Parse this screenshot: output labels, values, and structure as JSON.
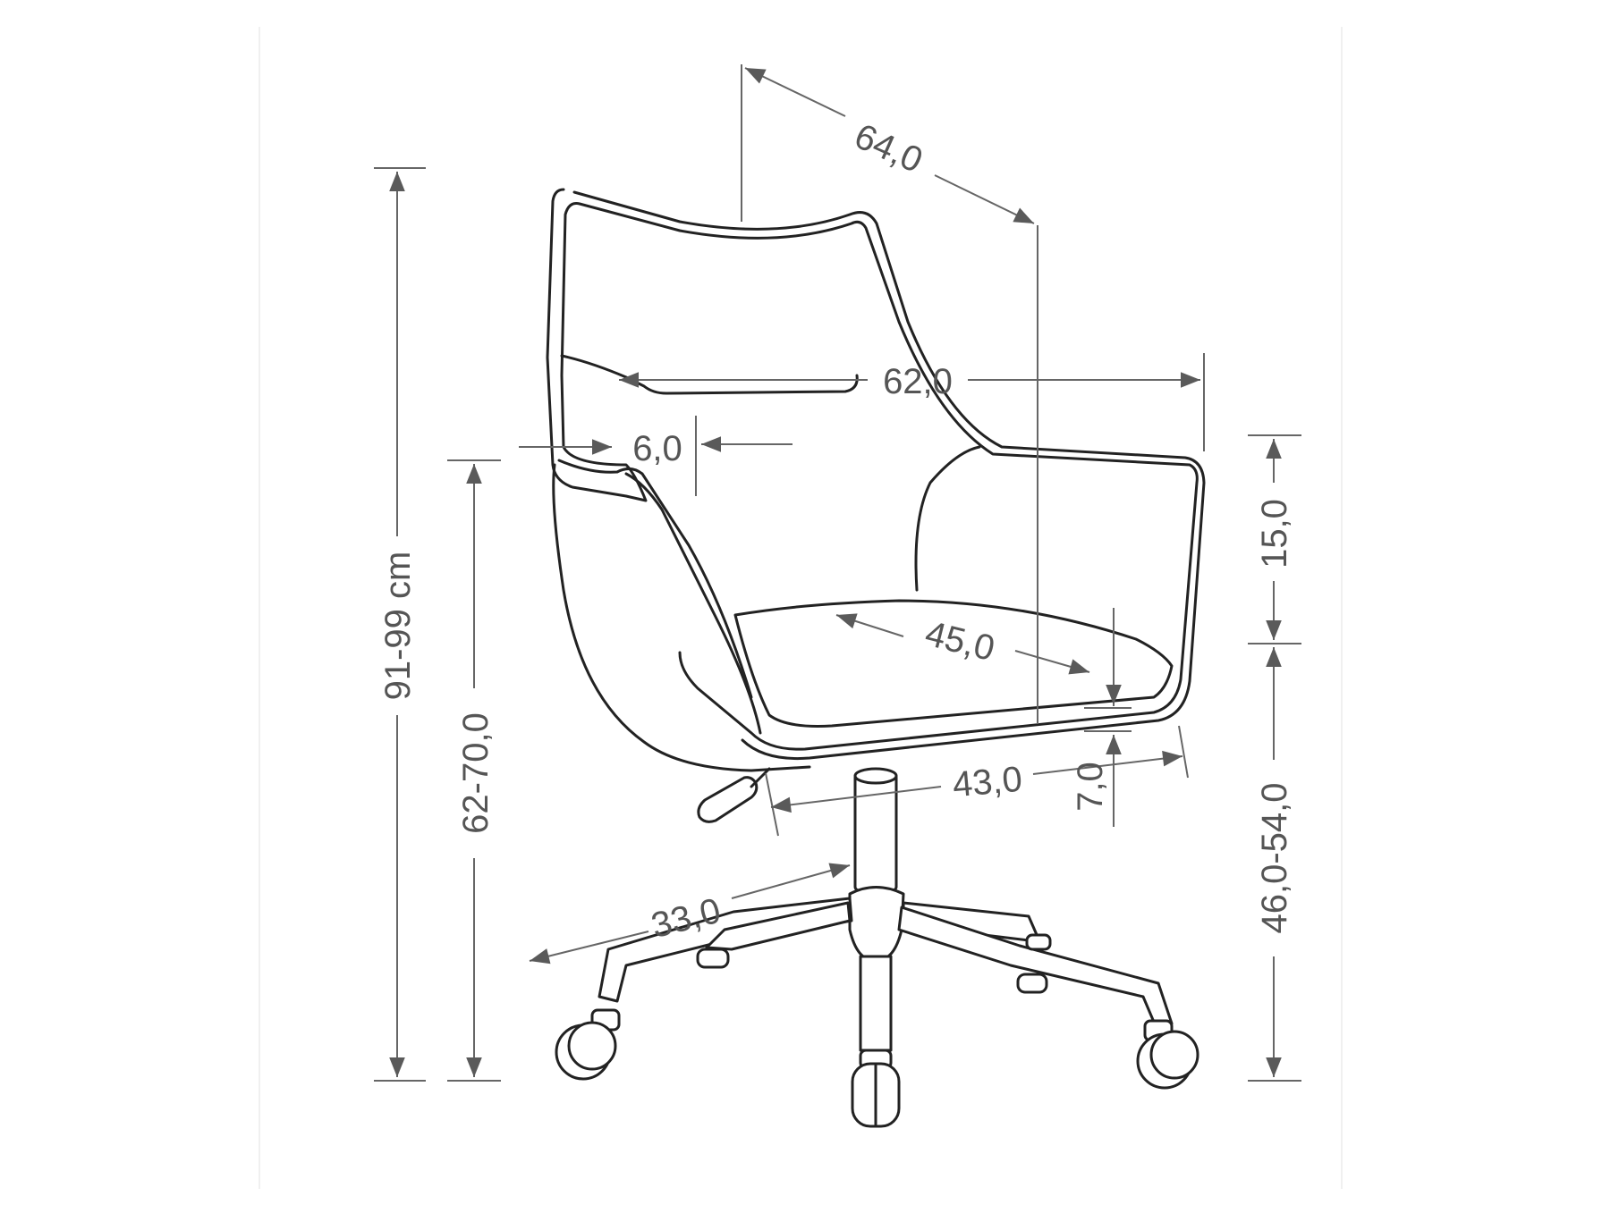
{
  "dimensions": {
    "depth": "64,0",
    "width": "62,0",
    "arm_width": "6,0",
    "total_height": "91-99 cm",
    "armrest_height": "62-70,0",
    "armrest_above_seat": "15,0",
    "seat_height": "46,0-54,0",
    "seat_depth": "45,0",
    "seat_width": "43,0",
    "seat_thickness": "7,0",
    "base_radius": "33,0"
  },
  "colors": {
    "line": "#222222",
    "dimension": "#5a5a5a",
    "background": "#ffffff"
  }
}
